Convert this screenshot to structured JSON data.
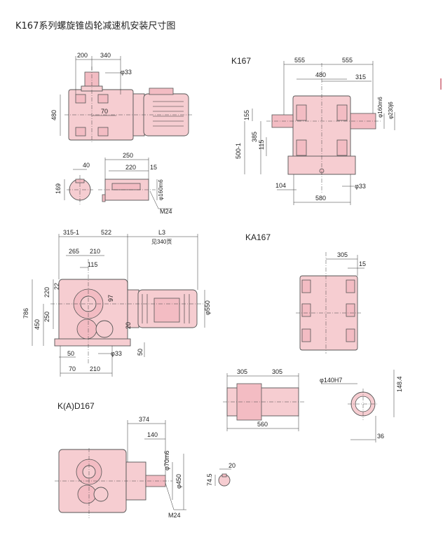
{
  "title": "K167系列螺旋锥齿轮减速机安装尺寸图",
  "accent_color": "#f6cdd1",
  "views": {
    "k167": {
      "label": "K167",
      "dims": {
        "d555a": "555",
        "d555b": "555",
        "d480": "480",
        "d315": "315",
        "d160m6": "φ160m6",
        "d230j6": "φ230j6",
        "d155": "155",
        "d385": "385",
        "d115": "115",
        "d500": "500-1",
        "d104": "104",
        "d33": "φ33",
        "d580": "580"
      }
    },
    "top": {
      "dims": {
        "d200": "200",
        "d340": "340",
        "d33": "φ33",
        "d480": "480",
        "d70": "70"
      }
    },
    "shaft": {
      "dims": {
        "d40": "40",
        "d169": "169",
        "d250": "250",
        "d220": "220",
        "d15": "15",
        "d160m6": "φ160m6",
        "m24": "M24"
      }
    },
    "front": {
      "dims": {
        "d315": "315-1",
        "d522": "522",
        "l3": "L3",
        "l3note": "见340页",
        "d265": "265",
        "d210a": "210",
        "d115": "115",
        "d220": "220",
        "d22": "22",
        "d97": "97",
        "d786": "786",
        "d450": "450",
        "d250": "250",
        "d550": "φ550",
        "d20": "20",
        "d50a": "50",
        "d33": "φ33",
        "d50b": "50",
        "d70": "70",
        "d210b": "210"
      }
    },
    "ka167": {
      "label": "KA167",
      "dims": {
        "d305": "305",
        "d15": "15"
      }
    },
    "hollow": {
      "dims": {
        "d305a": "305",
        "d305b": "305",
        "d560": "560",
        "d140h7": "φ140H7",
        "d148": "148.4",
        "d36": "36"
      }
    },
    "kad167": {
      "label": "K(A)D167",
      "dims": {
        "d374": "374",
        "d140": "140",
        "d70m6": "φ70m6",
        "d450": "φ450",
        "m24": "M24",
        "d20": "20",
        "d745": "74.5"
      }
    }
  }
}
